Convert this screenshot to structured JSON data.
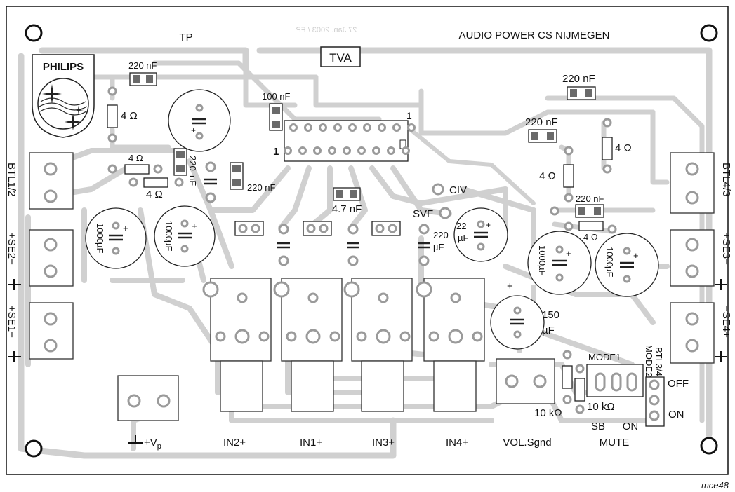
{
  "board": {
    "title": "AUDIO POWER CS NIJMEGEN",
    "brand": "PHILIPS",
    "date_mirrored": "27 Jan. 2003 / FP",
    "tp": "TP",
    "ic_label": "TVA",
    "figure_code": "mce48"
  },
  "components": {
    "cap_220nF_top": "220 nF",
    "res_4ohm_left": "4 Ω",
    "res_4ohm_left2": "4 Ω",
    "res_4ohm_left3": "4 Ω",
    "cap_100nF": "100 nF",
    "cap_220nF_mid_a": "220",
    "cap_220nF_mid_b": "nF",
    "cap_220nF_mid2": "220 nF",
    "cap_4_7nF": "4.7 nF",
    "cap_220nF_right_top": "220 nF",
    "cap_220nF_right2": "220 nF",
    "res_4ohm_right": "4 Ω",
    "res_4ohm_right2": "4 Ω",
    "cap_220nF_right3": "220 nF",
    "res_4ohm_right3": "4 Ω",
    "cap_1000uF_a": "1000",
    "cap_1000uF_u": "µF",
    "cap_22uF_a": "22",
    "cap_22uF_b": "µF",
    "cap_220uF_a": "220",
    "cap_220uF_b": "µF",
    "cap_150uF_a": "150",
    "cap_150uF_b": "µF",
    "res_10k_a": "10 kΩ",
    "res_10k_b": "10 kΩ",
    "pin1_a": "1",
    "pin1_b": "1",
    "plus": "+"
  },
  "labels": {
    "civ": "CIV",
    "svf": "SVF",
    "btl12": "BTL1/2",
    "btl43": "BTL4/3",
    "se2": "+SE2−",
    "se1": "+SE1−",
    "se3": "+SE3−",
    "se4": "−SE4+",
    "in2": "IN2+",
    "in1": "IN1+",
    "in3": "IN3+",
    "in4": "IN4+",
    "vol_sgnd": "VOL.Sgnd",
    "vp": "+V",
    "vp_sub": "p",
    "mode1": "MODE1",
    "mode2": "MODE2",
    "btl34": "BTL3/4",
    "off": "OFF",
    "on": "ON",
    "sb": "SB",
    "on2": "ON",
    "mute": "MUTE"
  }
}
